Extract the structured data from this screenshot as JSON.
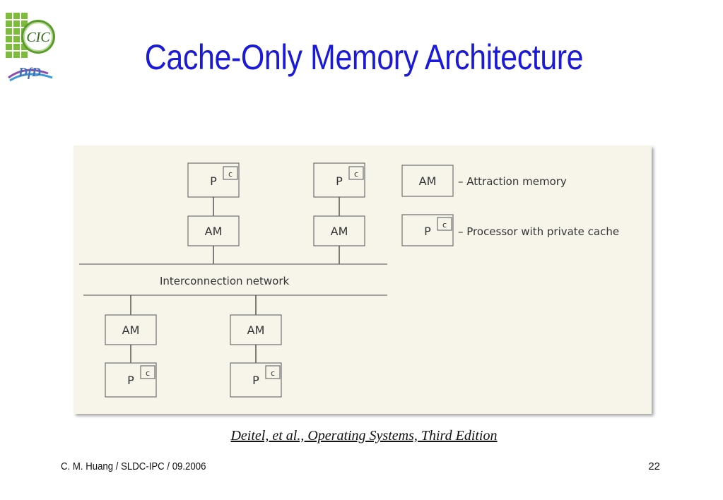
{
  "slide": {
    "title": "Cache-Only Memory Architecture",
    "citation": "Deitel, et al., Operating Systems, Third Edition",
    "footer_left": "C. M. Huang / SLDC-IPC / 09.2006",
    "page_number": "22"
  },
  "logo": {
    "text": "CIC",
    "subtext": "DfD"
  },
  "diagram": {
    "processor_label": "P",
    "cache_label": "c",
    "memory_label": "AM",
    "network_label": "Interconnection network",
    "legend": [
      {
        "symbol": "AM",
        "description": "– Attraction memory"
      },
      {
        "symbol": "P",
        "description": "– Processor with private cache"
      }
    ]
  },
  "colors": {
    "title": "#1a1ad8",
    "panel": "#f7f4ea"
  }
}
